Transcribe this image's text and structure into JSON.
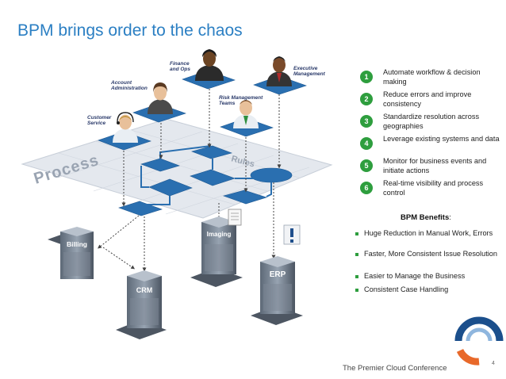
{
  "slide": {
    "title": "BPM brings order to the chaos",
    "footer": "The Premier Cloud Conference",
    "page_number": "4"
  },
  "roles": [
    {
      "label": "Finance\nand Ops"
    },
    {
      "label": "Executive\nManagement"
    },
    {
      "label": "Account\nAdministration"
    },
    {
      "label": "Risk Management\nTeams"
    },
    {
      "label": "Customer\nService"
    }
  ],
  "platform": {
    "process_label": "Process",
    "rules_label": "Rules"
  },
  "systems": {
    "billing": "Billing",
    "imaging": "Imaging",
    "crm": "CRM",
    "erp": "ERP"
  },
  "benefits": [
    {
      "num": "1",
      "text": "Automate workflow & decision making"
    },
    {
      "num": "2",
      "text": "Reduce errors and improve consistency"
    },
    {
      "num": "3",
      "text": "Standardize resolution across geographies"
    },
    {
      "num": "4",
      "text": "Leverage existing systems and data"
    },
    {
      "num": "5",
      "text": "Monitor for business events and initiate actions"
    },
    {
      "num": "6",
      "text": "Real-time visibility and process control"
    }
  ],
  "bpm_benefits": {
    "heading": "BPM Benefits",
    "heading_suffix": ":",
    "items": [
      "Huge Reduction in Manual Work, Errors",
      "Faster, More Consistent Issue Resolution",
      "Easier to Manage the Business",
      "Consistent Case Handling"
    ]
  },
  "colors": {
    "title": "#2b7fc3",
    "accent_green": "#2e9e3e",
    "shape_blue": "#2a6fb0",
    "platform_grey": "#e4e8ee",
    "logo_blue": "#1b4f8c",
    "logo_orange": "#e8692a"
  }
}
